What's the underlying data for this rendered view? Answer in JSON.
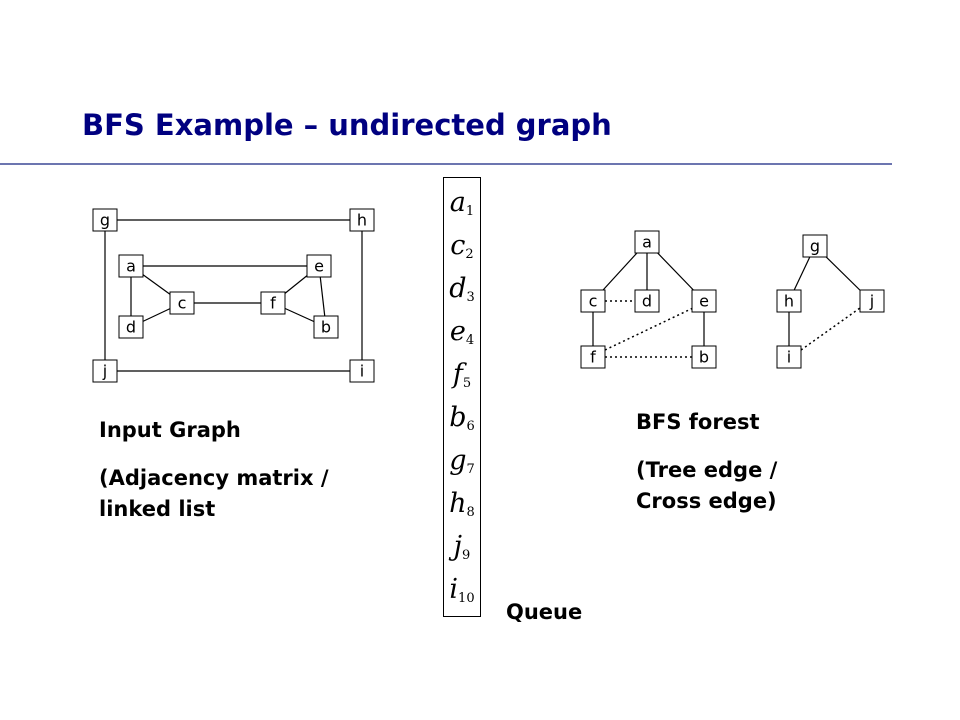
{
  "slide": {
    "title": "BFS Example – undirected graph"
  },
  "input_graph": {
    "heading": "Input Graph",
    "subtitle_line1": "(Adjacency matrix /",
    "subtitle_line2": "linked list",
    "nodes": {
      "g": "g",
      "h": "h",
      "a": "a",
      "e": "e",
      "c": "c",
      "f": "f",
      "d": "d",
      "b": "b",
      "j": "j",
      "i": "i"
    }
  },
  "queue": {
    "label": "Queue",
    "items": [
      {
        "letter": "a",
        "order": "1"
      },
      {
        "letter": "c",
        "order": "2"
      },
      {
        "letter": "d",
        "order": "3"
      },
      {
        "letter": "e",
        "order": "4"
      },
      {
        "letter": "f",
        "order": "5"
      },
      {
        "letter": "b",
        "order": "6"
      },
      {
        "letter": "g",
        "order": "7"
      },
      {
        "letter": "h",
        "order": "8"
      },
      {
        "letter": "j",
        "order": "9"
      },
      {
        "letter": "i",
        "order": "10"
      }
    ]
  },
  "bfs_forest": {
    "heading": "BFS forest",
    "subtitle_line1": "(Tree edge /",
    "subtitle_line2": "Cross edge)",
    "nodes": {
      "a": "a",
      "c": "c",
      "d": "d",
      "e": "e",
      "f": "f",
      "b": "b",
      "g": "g",
      "h": "h",
      "j": "j",
      "i": "i"
    }
  },
  "colors": {
    "title": "#000080",
    "rule": "#6c75b0"
  }
}
